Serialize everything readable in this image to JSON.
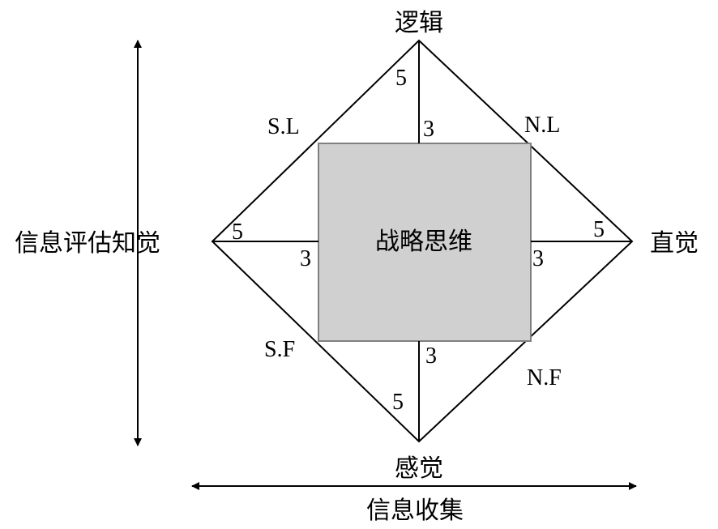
{
  "labels": {
    "top": "逻辑",
    "right": "直觉",
    "bottom": "感觉",
    "left": "信息评估知觉",
    "center": "战略思维",
    "horizontal_axis": "信息收集"
  },
  "corners": {
    "sl": "S.L",
    "nl": "N.L",
    "sf": "S.F",
    "nf": "N.F"
  },
  "numbers": {
    "top_outer": "5",
    "top_inner": "3",
    "left_outer": "5",
    "left_inner": "3",
    "right_outer": "5",
    "right_inner": "3",
    "bottom_inner": "3",
    "bottom_outer": "5"
  },
  "colors": {
    "square_fill": "#d0d0d0",
    "square_stroke": "#808080"
  }
}
